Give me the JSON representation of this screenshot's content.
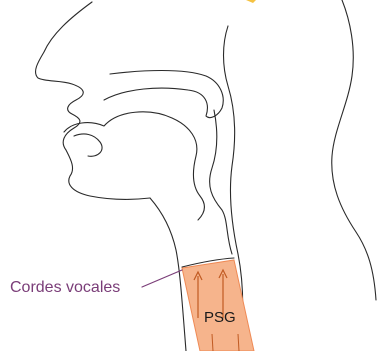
{
  "labels": {
    "vocal_cords": "Cordes vocales",
    "psg": "PSG"
  },
  "colors": {
    "outline": "#2a2a2a",
    "psg_fill": "#f6b48c",
    "psg_stroke": "#ef8a55",
    "arrow": "#c05a22",
    "vocal_cords_label": "#7a3d78",
    "psg_label": "#1a1a1a",
    "top_mark": "#f5c242"
  },
  "icons": {
    "arrows": "up-arrow"
  }
}
